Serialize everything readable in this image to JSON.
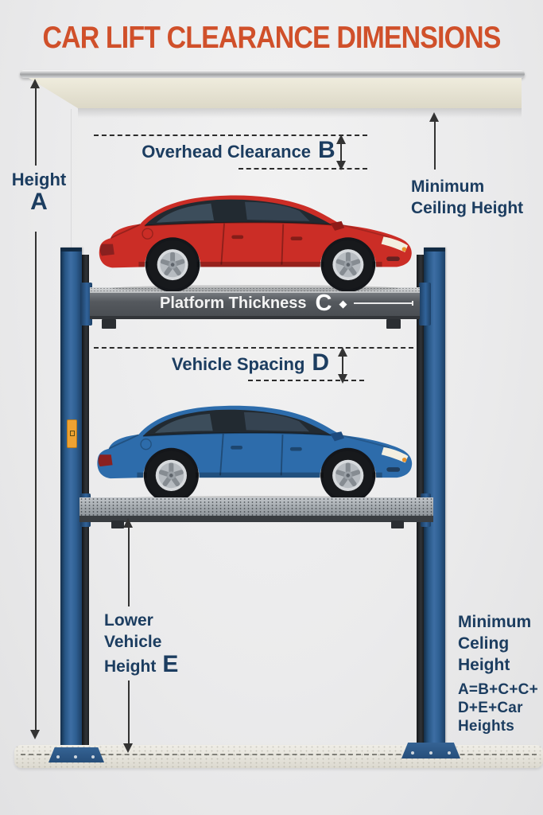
{
  "title": "CAR LIFT CLEARANCE DIMENSIONS",
  "annotations": {
    "height": {
      "label": "Height",
      "letter": "A"
    },
    "overhead_clearance": {
      "label": "Overhead Clearance",
      "letter": "B"
    },
    "min_ceiling_top": {
      "line1": "Minimum",
      "line2": "Ceiling Height"
    },
    "platform_thickness": {
      "label": "Platform Thickness",
      "letter": "C"
    },
    "vehicle_spacing": {
      "label": "Vehicle Spacing",
      "letter": "D"
    },
    "lower_vehicle": {
      "line1": "Lower",
      "line2": "Vehicle",
      "line3": "Height",
      "letter": "E"
    },
    "min_ceiling_formula": {
      "line1": "Minimum",
      "line2": "Celing",
      "line3": "Height",
      "formula_line1": "A=B+C+C+",
      "formula_line2": "D+E+Car",
      "formula_line3": "Heights"
    }
  },
  "icons": {
    "diamond_marker": "◆"
  },
  "colors": {
    "background": "#ececec",
    "title_color": "#d0502a",
    "navy": "#1c3d60",
    "arrow": "#333333",
    "post_blue": "#2e5f92",
    "post_blue_dark": "#122b44",
    "platform_dark": "#55595e",
    "platform_light": "#a0a6ab",
    "floor_color": "#e7e5dd",
    "ceiling_beige": "#efecdd",
    "sticker_yellow": "#efa232",
    "car_red": "#cb2d26",
    "car_red_dark": "#8f1b18",
    "car_blue": "#2d6cab",
    "car_blue_dark": "#1c4a7e"
  }
}
